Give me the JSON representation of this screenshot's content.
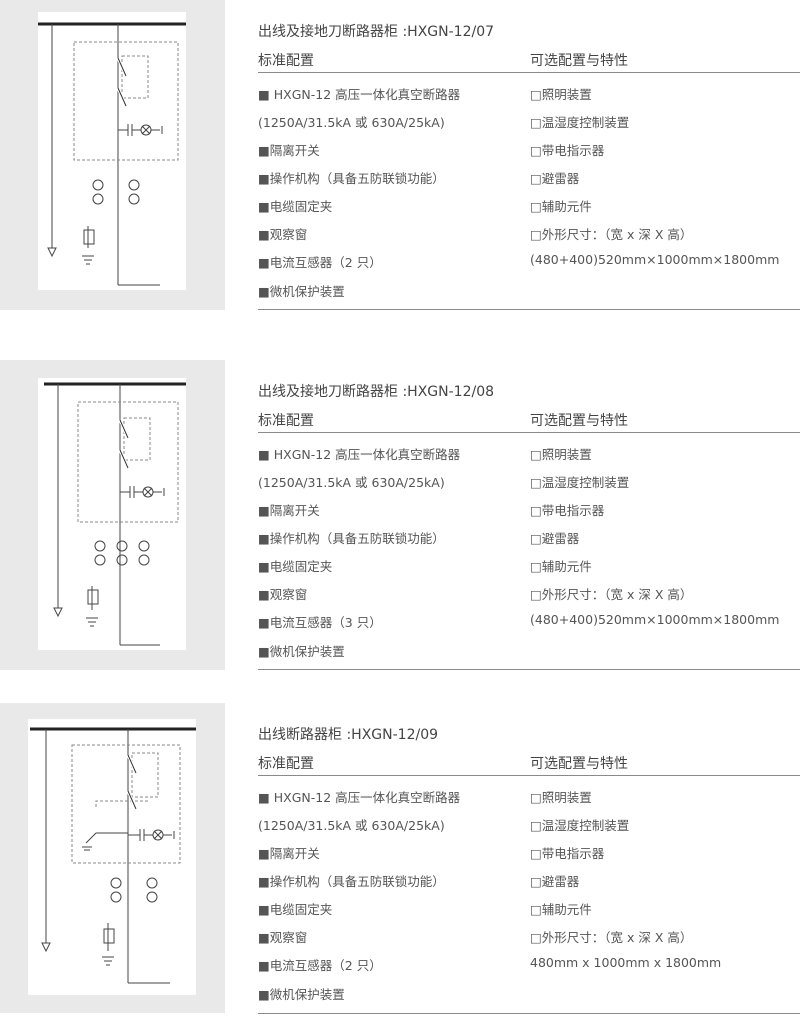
{
  "sections": [
    {
      "title": "出线及接地刀断路器柜 :HXGN-12/07",
      "standard_header": "标准配置",
      "optional_header": "可选配置与特性",
      "standard": [
        "■ HXGN-12 高压一体化真空断路器",
        "(1250A/31.5kA 或 630A/25kA)",
        "■隔离开关",
        "■操作机构（具备五防联锁功能）",
        "■电缆固定夹",
        "■观察窗",
        "■电流互感器（2 只）",
        "■微机保护装置"
      ],
      "optional": [
        "□照明装置",
        "□温湿度控制装置",
        "□带电指示器",
        "□避雷器",
        "□辅助元件",
        "□外形尺寸：（宽 x 深 X 高）",
        "(480+400)520mm×1000mm×1800mm"
      ]
    },
    {
      "title": "出线及接地刀断路器柜 :HXGN-12/08",
      "standard_header": "标准配置",
      "optional_header": "可选配置与特性",
      "standard": [
        "■ HXGN-12 高压一体化真空断路器",
        "(1250A/31.5kA 或 630A/25kA)",
        "■隔离开关",
        "■操作机构（具备五防联锁功能）",
        "■电缆固定夹",
        "■观察窗",
        "■电流互感器（3 只）",
        "■微机保护装置"
      ],
      "optional": [
        "□照明装置",
        "□温湿度控制装置",
        "□带电指示器",
        "□避雷器",
        "□辅助元件",
        "□外形尺寸：（宽 x 深 X 高）",
        "(480+400)520mm×1000mm×1800mm"
      ]
    },
    {
      "title": "出线断路器柜 :HXGN-12/09",
      "standard_header": "标准配置",
      "optional_header": "可选配置与特性",
      "standard": [
        "■ HXGN-12 高压一体化真空断路器",
        "(1250A/31.5kA 或 630A/25kA)",
        "■隔离开关",
        "■操作机构（具备五防联锁功能）",
        "■电缆固定夹",
        "■观察窗",
        "■电流互感器（2 只）",
        "■微机保护装置"
      ],
      "optional": [
        "□照明装置",
        "□温湿度控制装置",
        "□带电指示器",
        "□避雷器",
        "□辅助元件",
        "□外形尺寸：（宽 x 深 X 高）",
        "480mm x 1000mm x 1800mm"
      ]
    }
  ]
}
